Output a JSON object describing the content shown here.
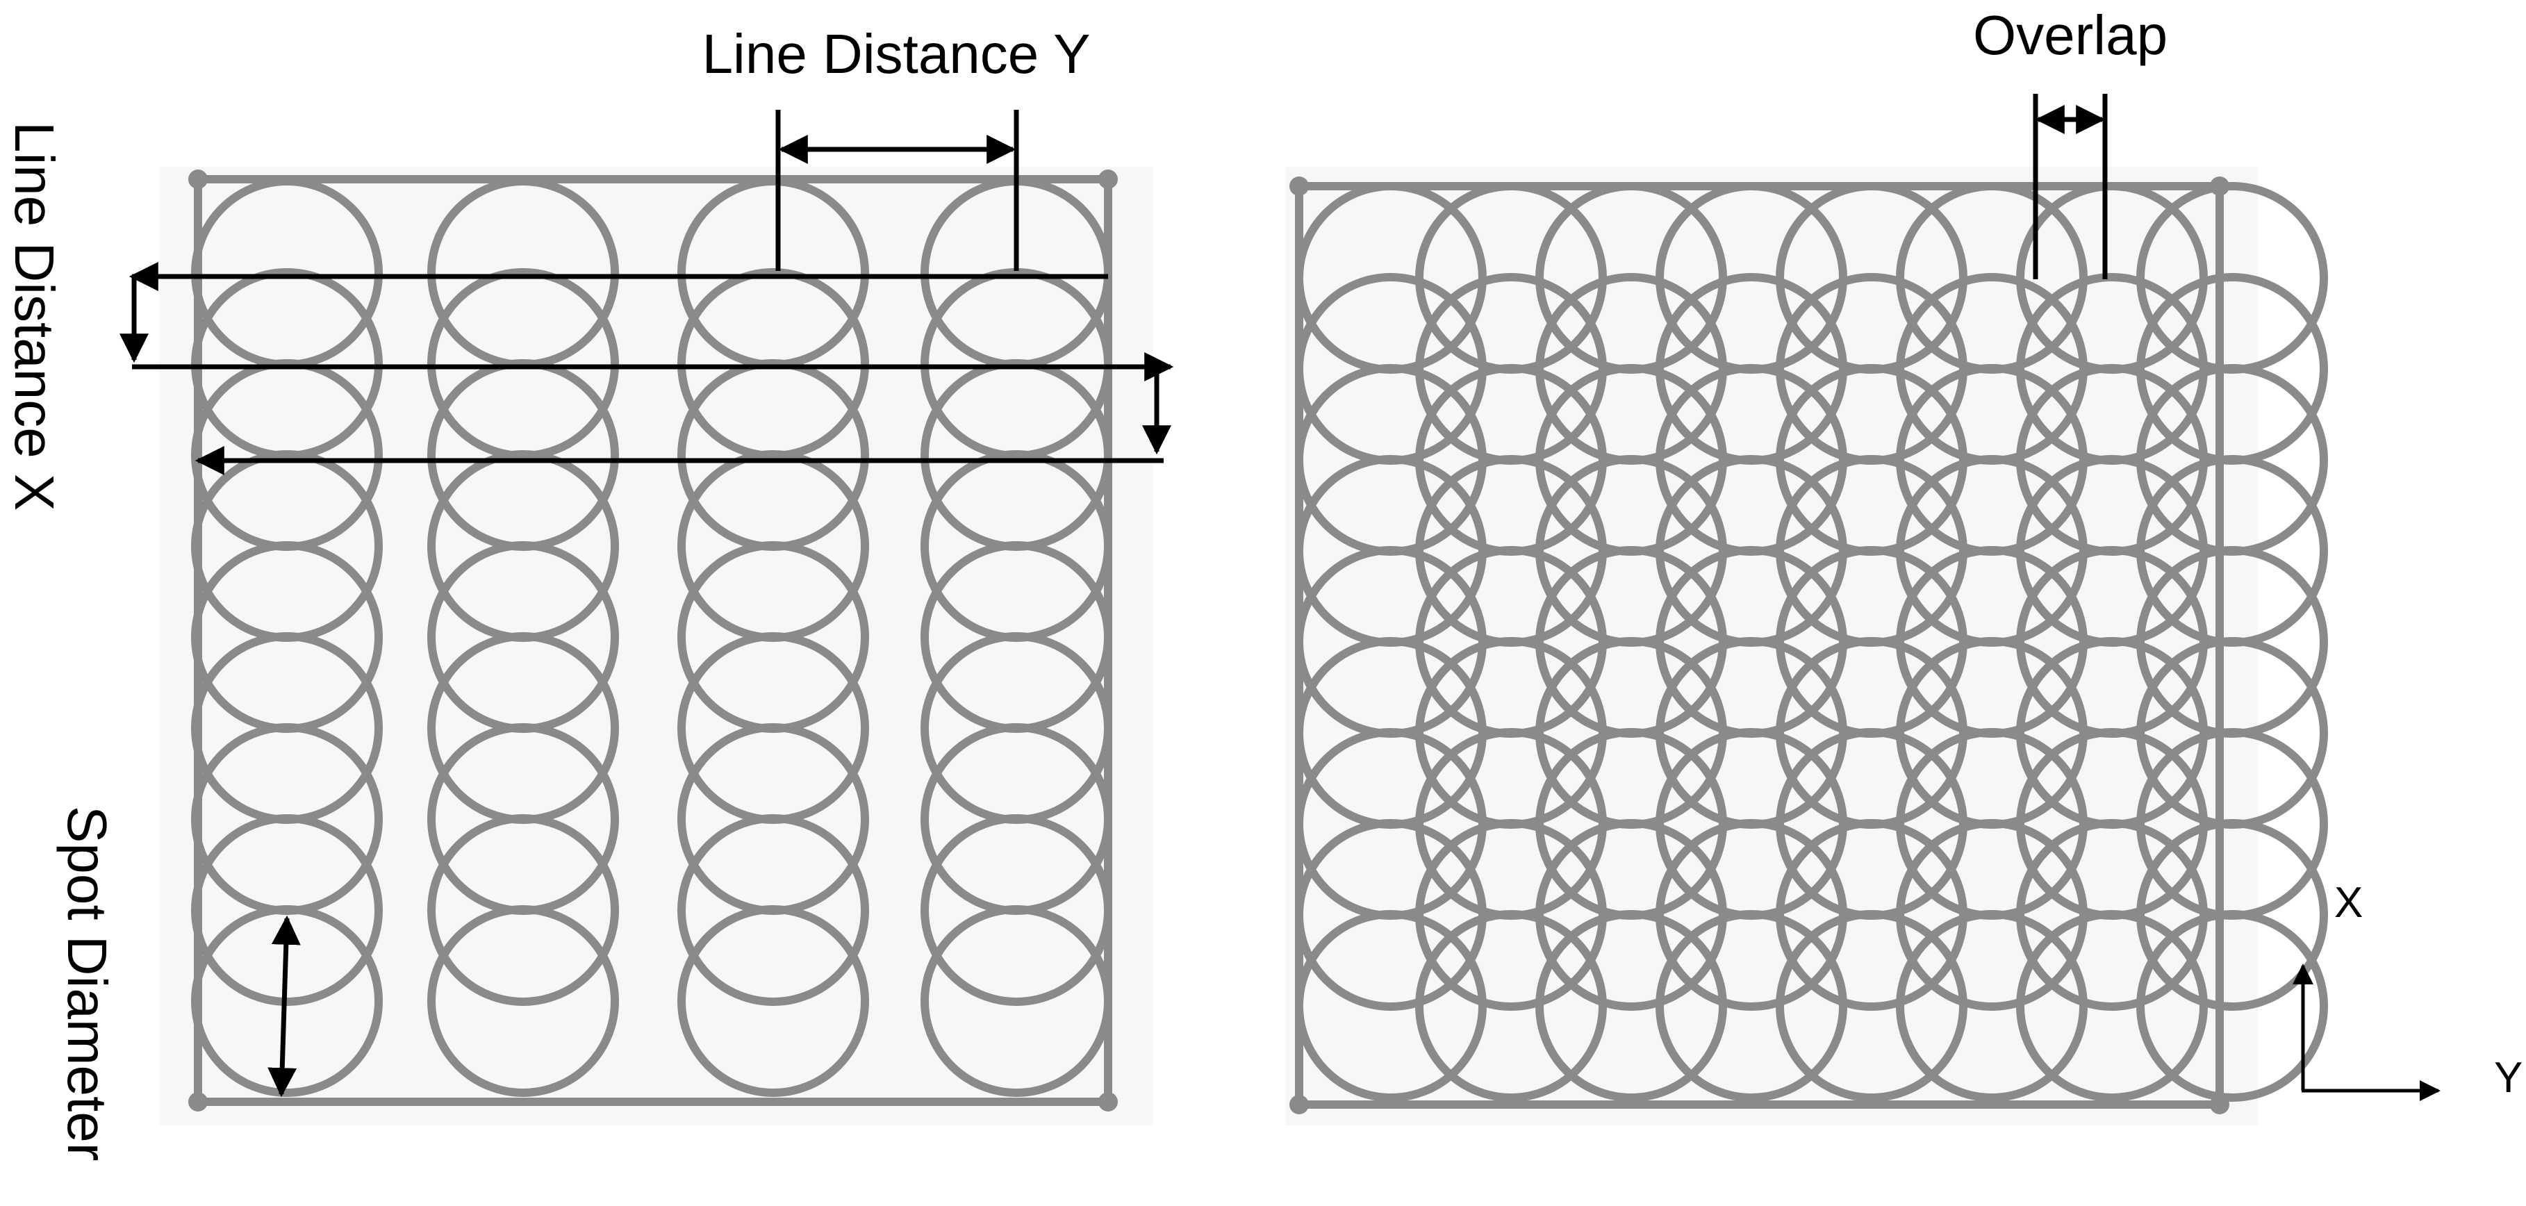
{
  "labels": {
    "line_distance_y": "Line Distance Y",
    "line_distance_x": "Line Distance X",
    "spot_diameter": "Spot Diameter",
    "overlap": "Overlap",
    "axis_x": "X",
    "axis_y": "Y"
  },
  "colors": {
    "circle_stroke": "#8a8a8a",
    "frame_stroke": "#8a8a8a",
    "arrow": "#000000"
  }
}
